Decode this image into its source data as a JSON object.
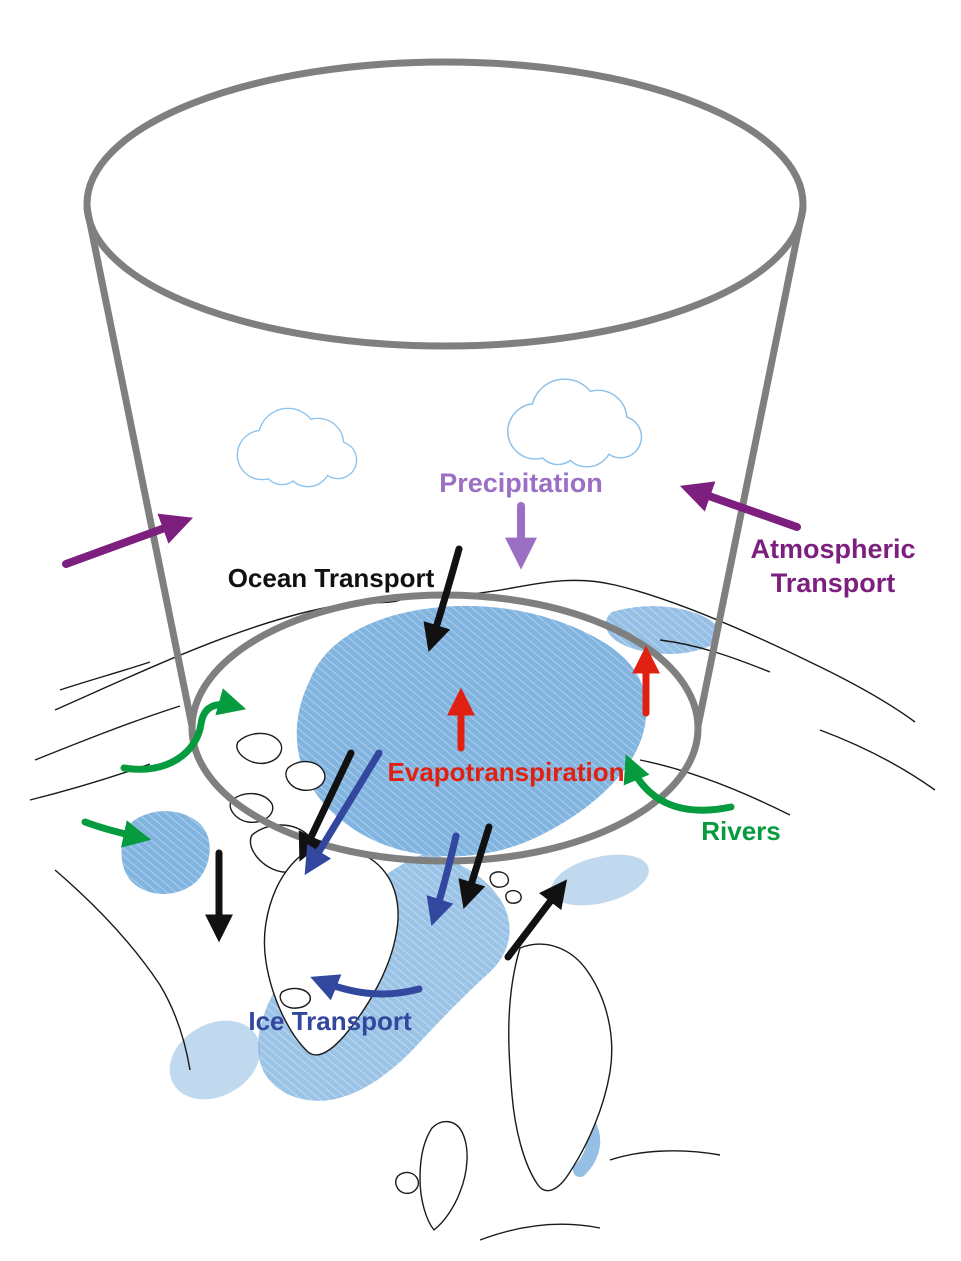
{
  "diagram": {
    "title": "",
    "labels": {
      "precipitation": "Precipitation",
      "atmospheric_line1": "Atmospheric",
      "atmospheric_line2": "Transport",
      "ocean_transport": "Ocean Transport",
      "evapotranspiration": "Evapotranspiration",
      "rivers": "Rivers",
      "ice_transport": "Ice Transport"
    },
    "colors": {
      "precipitation": "#9a6fc4",
      "atmospheric": "#7c1f7e",
      "ocean": "#111111",
      "evapotranspiration": "#e02010",
      "rivers": "#069b3e",
      "ice": "#32479e",
      "bucket": "#7f7f7f",
      "cloud": "#8cc2ec",
      "water": "#82b4e0",
      "coast": "#1a1a1a"
    }
  }
}
